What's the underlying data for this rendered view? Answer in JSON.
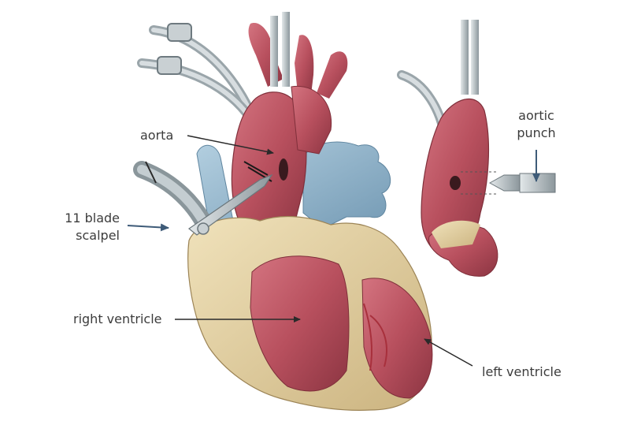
{
  "labels": {
    "aorta": "aorta",
    "blade_line1": "11 blade",
    "blade_line2": "scalpel",
    "right_ventricle": "right ventricle",
    "left_ventricle": "left ventricle",
    "punch_line1": "aortic",
    "punch_line2": "punch"
  },
  "colors": {
    "vessel_red": "#b8505e",
    "vessel_blue": "#8fb4cc",
    "fat": "#e2cfa0",
    "instrument": "#b7c0c4",
    "pointer_dark": "#2a2a2a",
    "pointer_blue": "#3e5b78"
  }
}
